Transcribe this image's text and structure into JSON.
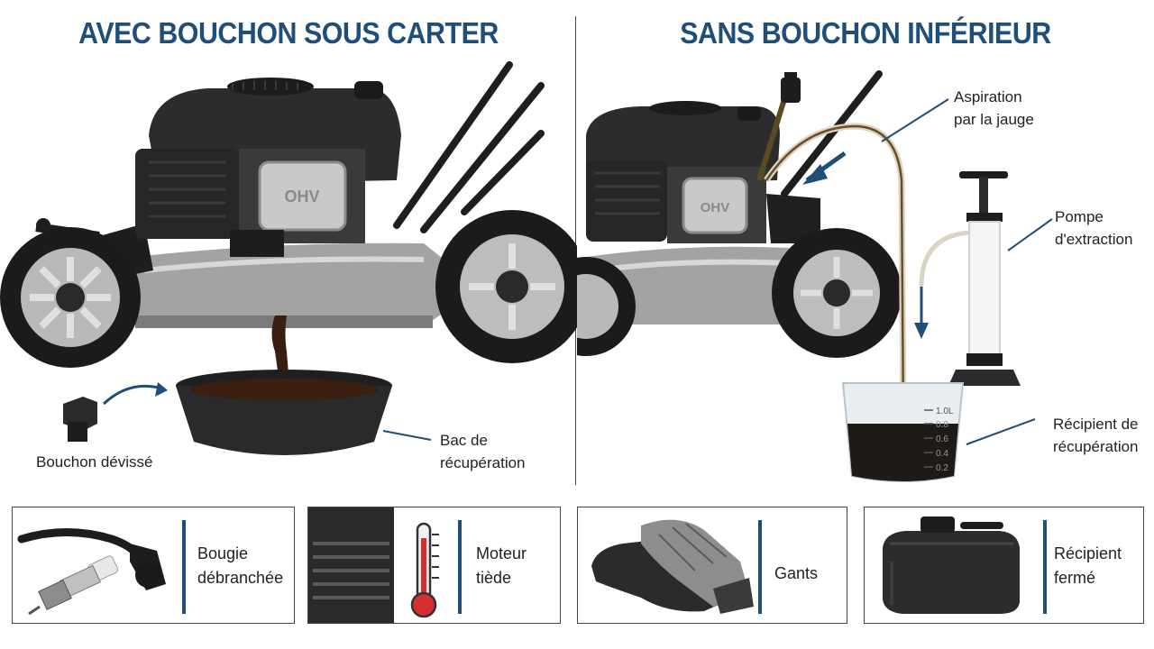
{
  "left_panel": {
    "title": "AVEC BOUCHON SOUS CARTER",
    "engine_badge": "OHV",
    "labels": {
      "plug": "Bouchon dévissé",
      "pan": "Bac de\nrécupération"
    }
  },
  "right_panel": {
    "title": "SANS BOUCHON INFÉRIEUR",
    "engine_badge": "OHV",
    "labels": {
      "suction": "Aspiration\npar la jauge",
      "pump": "Pompe\nd'extraction",
      "container": "Récipient de\nrécupération"
    },
    "beaker_scale": [
      "1.0L",
      "0.8",
      "0.6",
      "0.4",
      "0.2"
    ]
  },
  "cards": [
    {
      "label": "Bougie\ndébranchée",
      "icon": "spark-plug-icon"
    },
    {
      "label": "Moteur\ntiède",
      "icon": "thermometer-icon"
    },
    {
      "label": "Gants",
      "icon": "gloves-icon"
    },
    {
      "label": "Récipient\nfermé",
      "icon": "closed-container-icon"
    }
  ],
  "colors": {
    "title": "#1f4e79",
    "accent": "#1f4e79",
    "oil": "#3a1f10",
    "engine": "#2b2b2b",
    "deck": "#9a9a9a"
  }
}
